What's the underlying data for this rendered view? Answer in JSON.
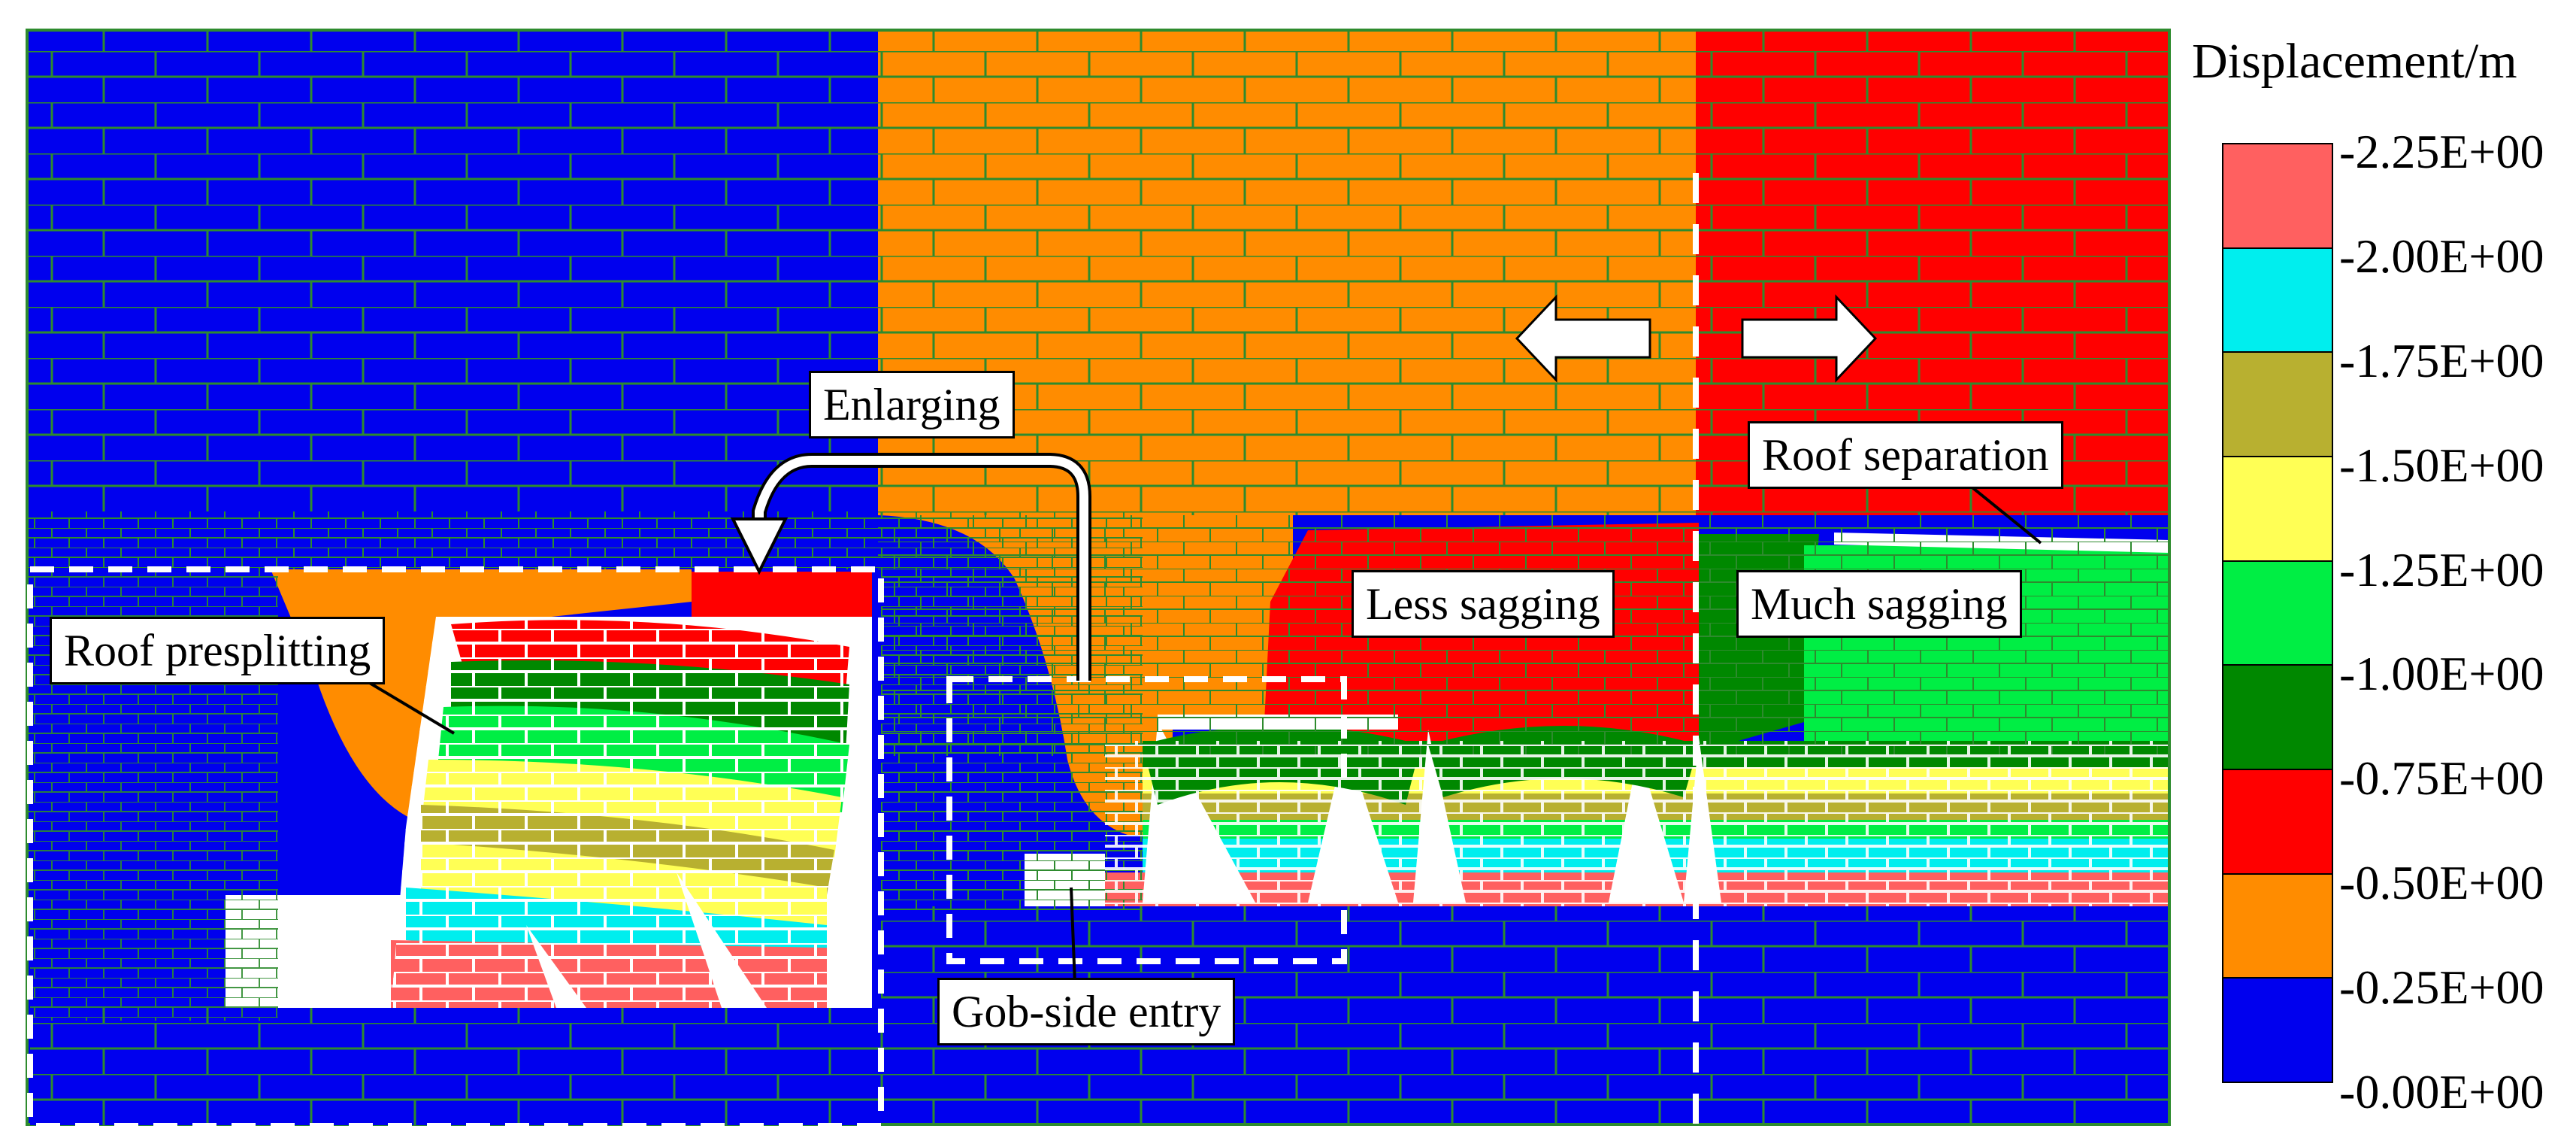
{
  "colors": {
    "blue": "#0000ee",
    "orange": "#ff8c00",
    "red": "#ff0000",
    "dark_green": "#008800",
    "green": "#00ee44",
    "yellow": "#ffff55",
    "olive": "#b8b030",
    "cyan": "#00eeee",
    "salmon": "#ff6060",
    "grid": "#2e8b2e",
    "dashed": "#ffffff"
  },
  "labels": {
    "enlarging": "Enlarging",
    "roof_presplitting": "Roof presplitting",
    "less_sagging": "Less sagging",
    "much_sagging": "Much sagging",
    "roof_separation": "Roof separation",
    "gob_side_entry": "Gob-side entry"
  },
  "legend": {
    "title": "Displacement/m",
    "entries": [
      {
        "label": "-2.25E+00",
        "color": "#ff6060"
      },
      {
        "label": "-2.00E+00",
        "color": "#00eeee"
      },
      {
        "label": "-1.75E+00",
        "color": "#b8b030"
      },
      {
        "label": "-1.50E+00",
        "color": "#ffff55"
      },
      {
        "label": "-1.25E+00",
        "color": "#00ee44"
      },
      {
        "label": "-1.00E+00",
        "color": "#008800"
      },
      {
        "label": "-0.75E+00",
        "color": "#ff0000"
      },
      {
        "label": "-0.50E+00",
        "color": "#ff8c00"
      },
      {
        "label": "-0.25E+00",
        "color": "#0000ee"
      },
      {
        "label": "-0.00E+00",
        "color": null
      }
    ]
  }
}
